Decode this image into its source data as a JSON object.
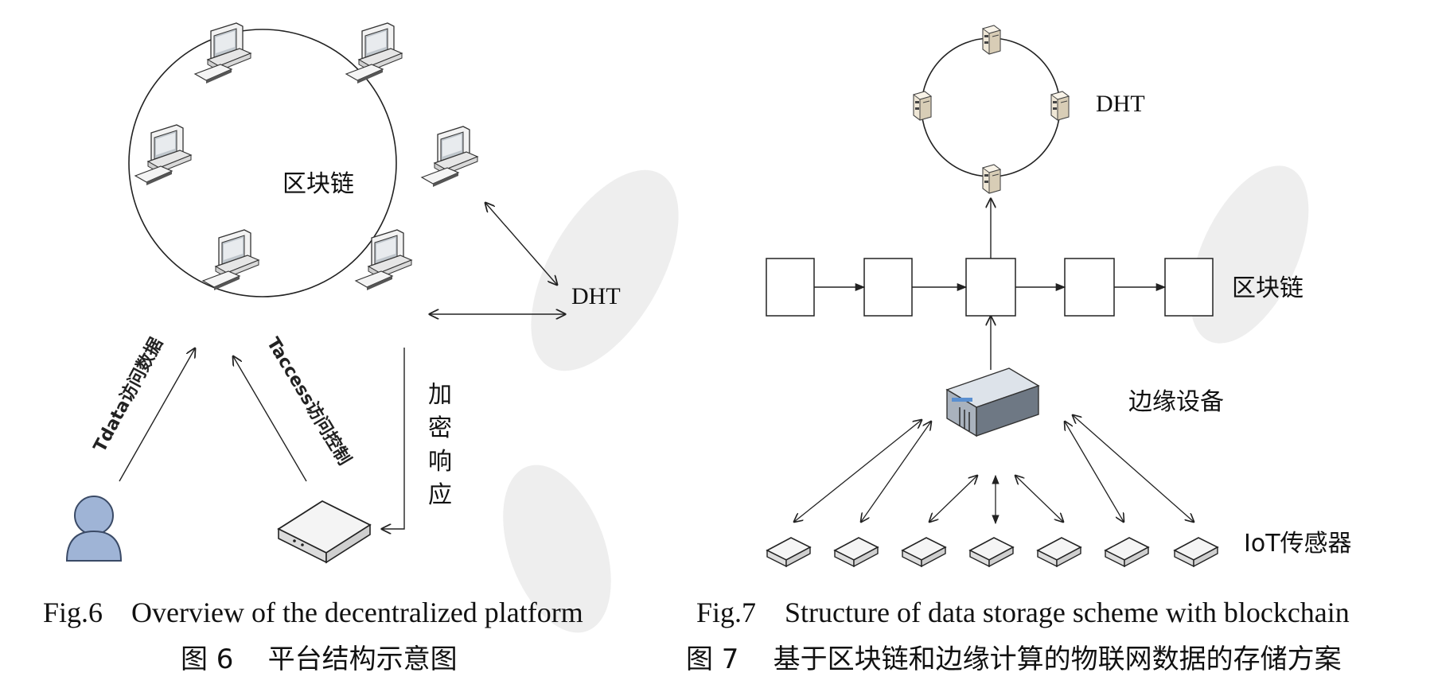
{
  "fig6": {
    "ring_label": "区块链",
    "dht_label": "DHT",
    "encrypt_label": [
      "加",
      "密",
      "响",
      "应"
    ],
    "tdata_label": "Tdata访问数据",
    "taccess_label": "Taccess访问控制",
    "caption_en": "Fig.6    Overview of the decentralized platform",
    "caption_cn": "图 6    平台结构示意图"
  },
  "fig7": {
    "dht_label": "DHT",
    "blockchain_label": "区块链",
    "edge_label": "边缘设备",
    "iot_label": "IoT传感器",
    "caption_en": "Fig.7    Structure of data storage scheme with blockchain",
    "caption_cn": "图 7    基于区块链和边缘计算的物联网数据的存储方案"
  },
  "icons": {
    "computer": "desktop-computer-icon",
    "server": "server-tower-icon",
    "user": "user-person-icon",
    "router": "router-box-icon",
    "rack": "rack-server-icon",
    "sensor": "iot-sensor-icon"
  }
}
